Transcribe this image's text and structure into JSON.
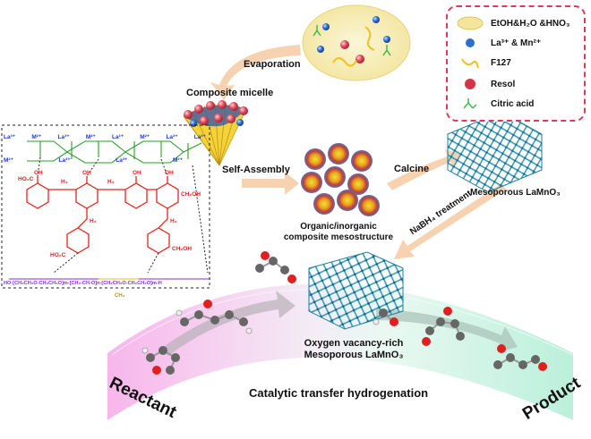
{
  "labels": {
    "evaporation": "Evaporation",
    "composite_micelle": "Composite micelle",
    "self_assembly": "Self-Assembly",
    "calcine": "Calcine",
    "mesoporous": "Mesoporous LaMnO₃",
    "organic_1": "Organic/inorganic",
    "organic_2": "composite mesostructure",
    "nabh4": "NaBH₄ treatment",
    "ov_1": "Oxygen vacancy-rich",
    "ov_2": "Mesoporous LaMnO₃",
    "reactant": "Reactant",
    "product": "Product",
    "cth": "Catalytic transfer hydrogenation"
  },
  "legend": [
    {
      "label": "EtOH&H₂O &HNO₃",
      "icon": "ellipse-icon",
      "color": "#f4e59a"
    },
    {
      "label": "La³⁺ & Mn²⁺",
      "icon": "blue-ball-icon",
      "color": "#2d6fd0"
    },
    {
      "label": "F127",
      "icon": "polymer-chain-icon",
      "color": "#f0c020"
    },
    {
      "label": "Resol",
      "icon": "red-ball-icon",
      "color": "#d8334a"
    },
    {
      "label": "Citric acid",
      "icon": "citric-acid-icon",
      "color": "#39b54a"
    }
  ],
  "chem": {
    "top_row": [
      "La³⁺",
      "M²⁺",
      "La³⁺",
      "M²⁺",
      "La³⁺",
      "M²⁺",
      "La³⁺",
      "La³⁺"
    ],
    "bottom_row": [
      "M²⁺",
      "La³⁺",
      "La³⁺",
      "M²⁺"
    ],
    "ho": "HO",
    "oh": "OH",
    "h2": "H₂",
    "ch2oh": "CH₂OH",
    "ho2c": "HO₂C",
    "f127_chain": "HO-[CH₂CH₂O-CH₂CH₂O]m-[CH₂-CH-O]n-[CH₂CH₂O-CH₂CH₂O]m-H",
    "ch3": "CH₃"
  },
  "colors": {
    "arrow": "#f6d2b0",
    "band_left": "#f6b3e6",
    "band_right": "#bff1e0",
    "lattice": "#2b8fb0",
    "resol": "#e8241f",
    "citric": "#2a9d2a",
    "f127_purple": "#8a2be2",
    "f127_yellow": "#e0c800"
  }
}
